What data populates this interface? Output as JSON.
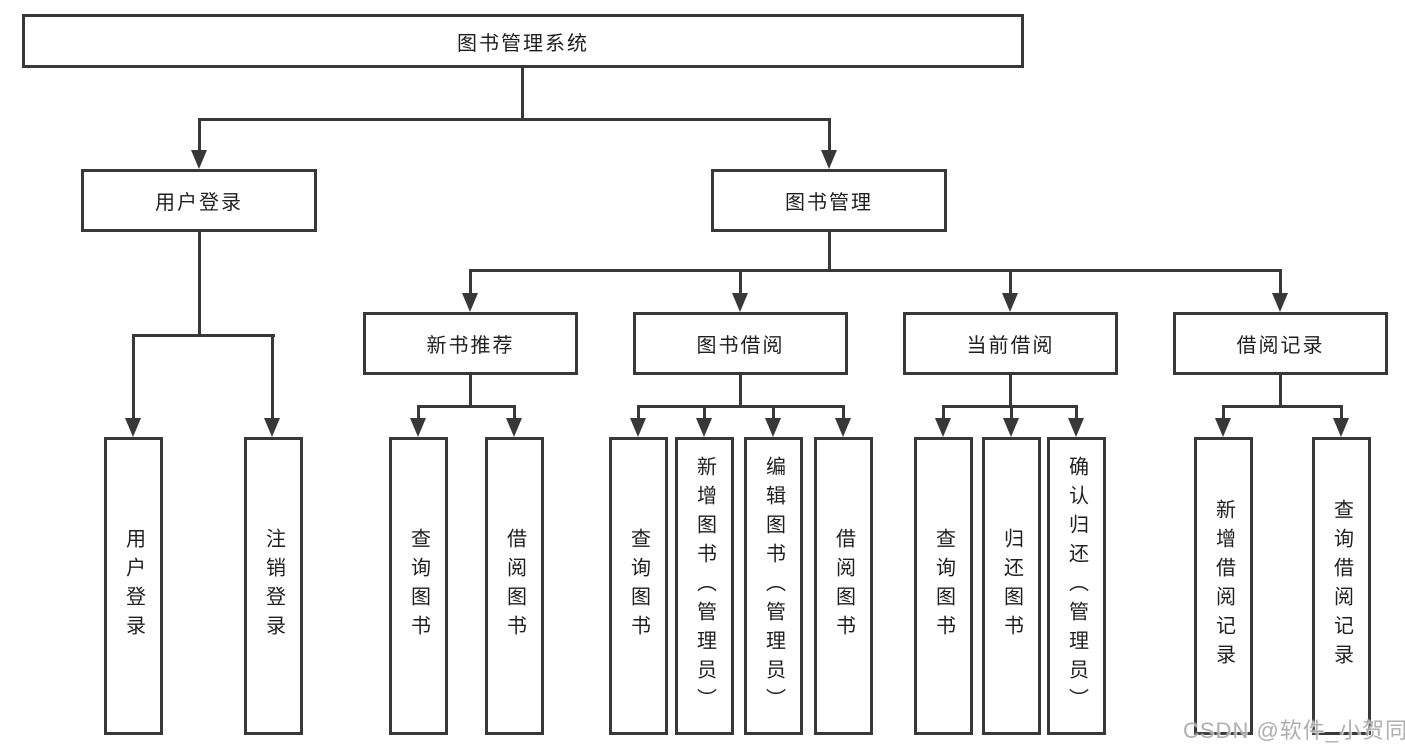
{
  "diagram": {
    "type": "tree",
    "title": "图书管理系统",
    "watermark": "CSDN @软件_小贺同学",
    "colors": {
      "line": "#383838",
      "node_border": "#383838",
      "node_fill": "#ffffff",
      "text": "#1f1f1f",
      "watermark": "#a8a8a8",
      "background": "#ffffff"
    },
    "tree": {
      "label": "图书管理系统",
      "children": [
        {
          "label": "用户登录",
          "children": [
            {
              "label": "用户登录"
            },
            {
              "label": "注销登录"
            }
          ]
        },
        {
          "label": "图书管理",
          "children": [
            {
              "label": "新书推荐",
              "children": [
                {
                  "label": "查询图书"
                },
                {
                  "label": "借阅图书"
                }
              ]
            },
            {
              "label": "图书借阅",
              "children": [
                {
                  "label": "查询图书"
                },
                {
                  "label": "新增图书（管理员）"
                },
                {
                  "label": "编辑图书（管理员）"
                },
                {
                  "label": "借阅图书"
                }
              ]
            },
            {
              "label": "当前借阅",
              "children": [
                {
                  "label": "查询图书"
                },
                {
                  "label": "归还图书"
                },
                {
                  "label": "确认归还（管理员）"
                }
              ]
            },
            {
              "label": "借阅记录",
              "children": [
                {
                  "label": "新增借阅记录"
                },
                {
                  "label": "查询借阅记录"
                }
              ]
            }
          ]
        }
      ]
    }
  }
}
